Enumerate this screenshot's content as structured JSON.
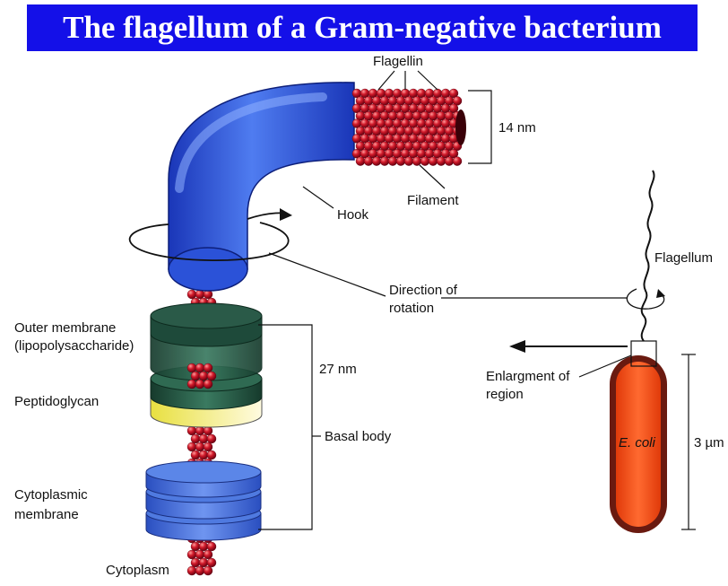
{
  "title": "The flagellum of a Gram-negative bacterium",
  "labels": {
    "flagellin": "Flagellin",
    "size_14nm": "14 nm",
    "filament": "Filament",
    "hook": "Hook",
    "direction_line1": "Direction of",
    "direction_line2": "rotation",
    "outer_membrane_line1": "Outer membrane",
    "outer_membrane_line2": "(lipopolysaccharide)",
    "size_27nm": "27 nm",
    "peptidoglycan": "Peptidoglycan",
    "basal_body": "Basal body",
    "cytoplasmic_line1": "Cytoplasmic",
    "cytoplasmic_line2": "membrane",
    "cytoplasm": "Cytoplasm",
    "flagellum": "Flagellum",
    "enlargement_line1": "Enlargment of",
    "enlargement_line2": "region",
    "ecoli": "E. coli",
    "size_3um": "3 µm"
  },
  "colors": {
    "title_bg": "#1410e8",
    "hook_blue": "#2346d6",
    "flagellin_red": "#c8102e",
    "outer_ring": "#1e4a3a",
    "peptidoglycan_ring": "#f0ec60",
    "cytoplasmic_ring": "#3a66d8",
    "cell_orange": "#f04a12",
    "cell_outline": "#6a1a10"
  }
}
